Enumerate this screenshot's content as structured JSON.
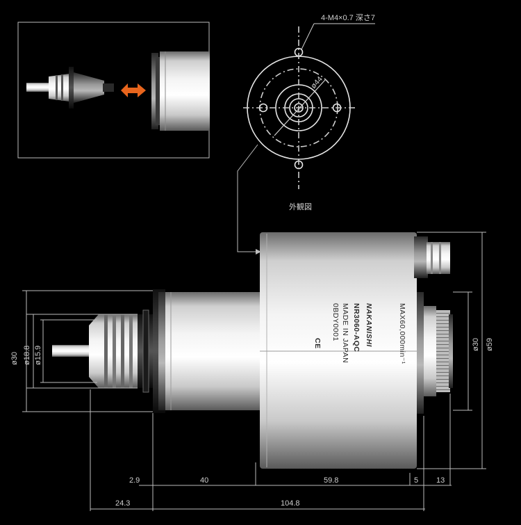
{
  "face_view": {
    "hole_callout": "4-M4×0.7 深さ7",
    "pcd_label": "ø44",
    "caption": "外観図"
  },
  "inset": {
    "arrow_color": "#e8651d"
  },
  "spindle_body": {
    "brand": "NAKANISHI",
    "model": "NR3060-AQC",
    "origin": "MADE IN JAPAN",
    "serial": "0BDY0001",
    "speed": "MAX60,000min⁻¹",
    "mark": "CE"
  },
  "dimensions": {
    "left_diameters": [
      "ø30",
      "ø18.8",
      "ø15.9"
    ],
    "right_diameters": [
      "ø30",
      "ø59"
    ],
    "row1": [
      "2.9",
      "40",
      "59.8",
      "5",
      "13"
    ],
    "row2": [
      "24.3",
      "104.8"
    ]
  }
}
